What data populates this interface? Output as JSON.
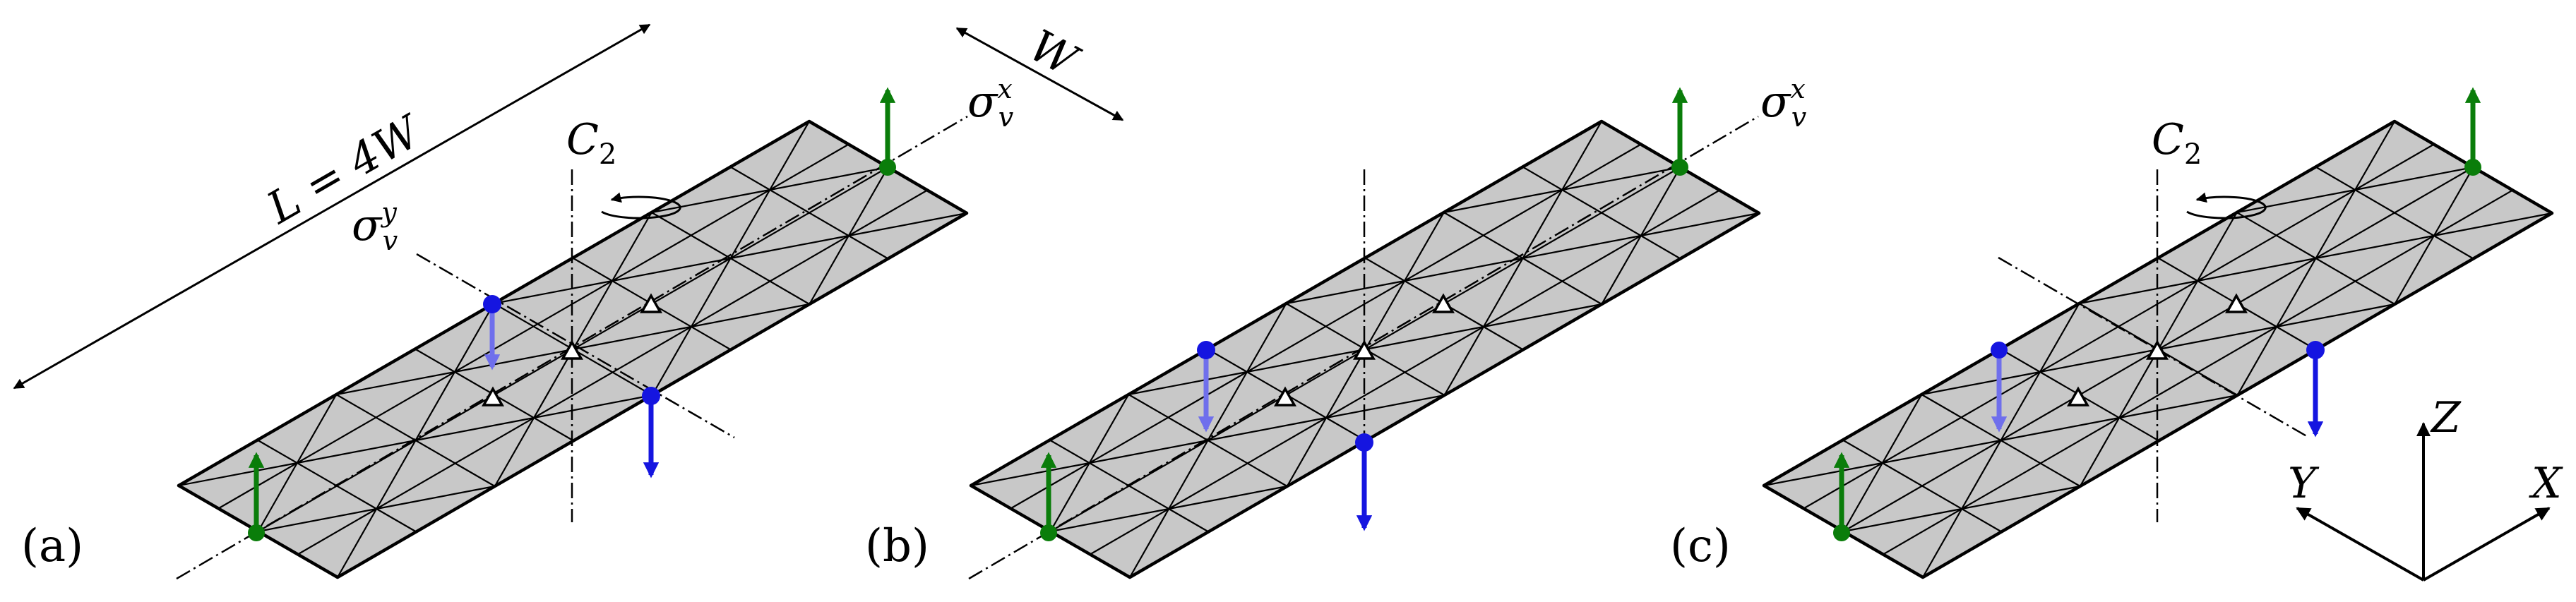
{
  "panels": [
    {
      "label": "(a)",
      "c2_label": "C",
      "c2_sub": "2",
      "sx_label": "σ",
      "sx_sub": "v",
      "sx_sup": "x",
      "sy_label": "σ",
      "sy_sub": "v",
      "sy_sup": "y"
    },
    {
      "label": "(b)",
      "sx_label": "σ",
      "sx_sub": "v",
      "sx_sup": "x"
    },
    {
      "label": "(c)",
      "c2_label": "C",
      "c2_sub": "2"
    }
  ],
  "dimensions": {
    "length": "L = 4W",
    "width": "W"
  },
  "axes": {
    "x": "X",
    "y": "Y",
    "z": "Z"
  },
  "colors": {
    "plate_fill": "#c8c8c8",
    "mesh_line": "#000000",
    "green": "#0a7d0a",
    "blue": "#1515e0",
    "blue_light": "#6f6fec"
  }
}
